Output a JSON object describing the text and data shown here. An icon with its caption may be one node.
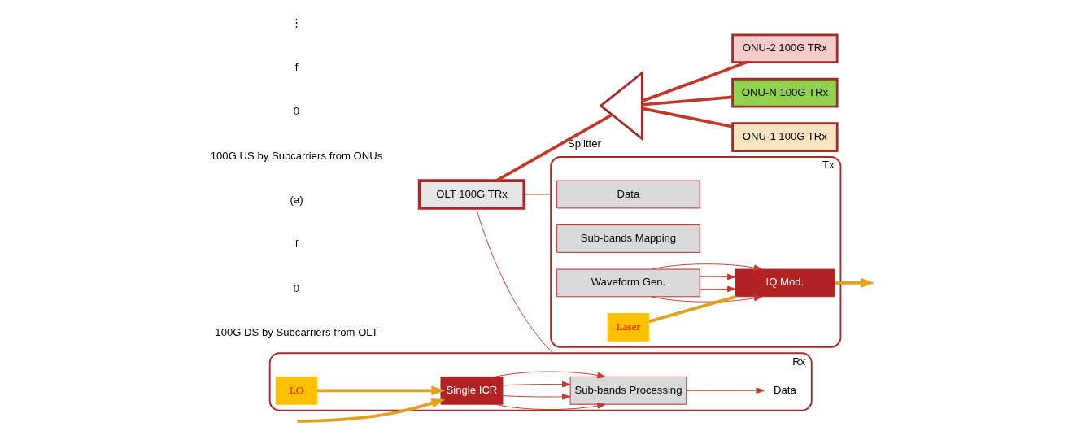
{
  "diagram": {
    "nodes": [
      {
        "text": [
          "Tx"
        ]
      },
      {
        "text": [
          "Data"
        ],
        "in": 0
      },
      {
        "text": [
          "Sub-bands Mapping"
        ],
        "in": 0
      },
      {
        "text": [
          "Waveform Gen."
        ],
        "in": 0
      },
      {
        "text": [
          "Laser"
        ],
        "in": 0
      },
      {
        "text": [
          "IQ Mod."
        ],
        "in": 0
      },
      {
        "text": [
          "OLT 100G TRx"
        ]
      },
      {
        "text": [
          "Rx"
        ]
      },
      {
        "text": [
          "Sub-bands Processing"
        ],
        "in": 7
      },
      {
        "text": [
          "Single ICR"
        ],
        "in": 7
      },
      {
        "text": [
          "LO"
        ],
        "in": 7
      },
      {
        "text": [],
        "shape": "triangle",
        "beside": [
          "Splitter"
        ]
      },
      {
        "text": [
          "ONU-1 100G TRx"
        ]
      },
      {
        "text": [
          "ONU-2 100G TRx"
        ]
      },
      {
        "text": [
          "ONU-N 100G TRx"
        ]
      },
      {
        "text": [
          "Data"
        ],
        "in": 7
      }
    ],
    "edges": [
      {
        "from": 3,
        "to": 5,
        "arrow": "to"
      },
      {
        "from": 3,
        "to": 5,
        "arrow": "to"
      },
      {
        "from": 3,
        "to": 5,
        "arrow": "to"
      },
      {
        "from": 3,
        "to": 5,
        "arrow": "to"
      },
      {
        "from": 4,
        "to": 5,
        "arrow": "none",
        "style": "thick",
        "color": "#e0a020"
      },
      {
        "from": 5,
        "to": null,
        "arrow": "to",
        "style": "thick",
        "color": "#e0a020"
      },
      {
        "from": null,
        "to": 9,
        "arrow": "to",
        "style": "thick",
        "color": "#e0a020"
      },
      {
        "from": 10,
        "to": 9,
        "arrow": "to",
        "style": "thick",
        "color": "#e0a020"
      },
      {
        "from": 9,
        "to": 8,
        "arrow": "to"
      },
      {
        "from": 9,
        "to": 8,
        "arrow": "to"
      },
      {
        "from": 9,
        "to": 8,
        "arrow": "to"
      },
      {
        "from": 9,
        "to": 8,
        "arrow": "to"
      },
      {
        "from": 8,
        "to": 15,
        "arrow": "to"
      },
      {
        "from": 6,
        "to": 0,
        "arrow": "none"
      },
      {
        "from": 6,
        "to": 7,
        "arrow": "none"
      },
      {
        "from": 6,
        "to": 11,
        "arrow": "none",
        "style": "thick"
      },
      {
        "from": 11,
        "to": 12,
        "arrow": "none",
        "style": "thick"
      },
      {
        "from": 11,
        "to": 13,
        "arrow": "none",
        "style": "thick"
      },
      {
        "from": 11,
        "to": 14,
        "arrow": "none",
        "style": "thick"
      }
    ],
    "labels": [
      "100G DS by Subcarriers from OLT",
      "0",
      "f",
      "(a)",
      "100G US by Subcarriers from ONUs",
      "0",
      "f",
      "⋮"
    ]
  }
}
